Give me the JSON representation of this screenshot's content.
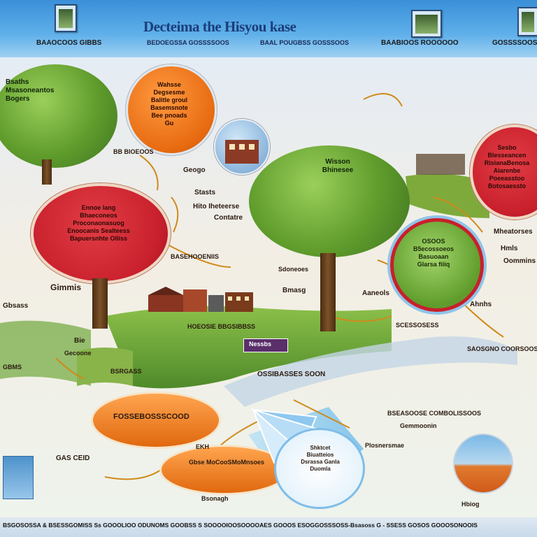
{
  "header": {
    "title": "Decteima the Hisyou kase",
    "left_label": "BAAOCOOS GIBBS",
    "center_label": "BEDOEGSSA GOSSSSOOS",
    "center_label2": "BAAL POUGBSS GOSSSOOS",
    "right_label1": "BAABIOOS ROOOOOO",
    "right_label2": "GOSSSSOOS"
  },
  "left_tree": {
    "title": "Bsaths\nMsasoneantos\nBogers"
  },
  "orange_top_circle": {
    "text": "Wahsse\nDegsesme\nBalitle groul\nBasemsnote\nBee pnoads\nGu"
  },
  "red_left_circle": {
    "text": "Ennoe lang\nBhaeconeos\nProconaonasuog\nEnoocanis Sealteess\nBapuersnhte Olliss"
  },
  "red_right_circle": {
    "text": "Sesbo\nBlesseancen\nRisianaBenosa\nAiarenbe\nPoeeasstoo\nBotosaessto"
  },
  "green_right_circle": {
    "text": "OSOOS\nB5ecossoeos\nBasuoaan\nGlarsa fiiiq"
  },
  "center_tree": {
    "title": "Wisson\nBhinesee"
  },
  "labels": {
    "geogo": "Geogo",
    "stasts": "Stasts",
    "historesse": "Hito Iheteerse",
    "contatre": "Contatre",
    "gimmis": "Gimmis",
    "sa_bioen": "BB BIOEOOS",
    "basehoens": "BASEHOOENIIS",
    "sdoneoes": "Sdoneoes",
    "bmasg": "Bmasg",
    "aaneols": "Aaneols",
    "nessbs": "Nessbs",
    "ossi": "OSSIBASSES SOON",
    "moeorsse": "Mheatorses",
    "hmls": "Hmls",
    "ormmins": "Oommins",
    "ahhhs": "Ahnhs",
    "sccesiss": "SCESSOSESS",
    "hoesie": "HOEOSIE BBGSIBBSS",
    "bie": "Bie",
    "geooone": "Gecoone",
    "gbsass": "Gbsass",
    "gbms": "GBMS",
    "osd": "SAOSGNO COORSOOS",
    "bseasmmeonnaa": "BSEASOOSE COMBOLISSOOS",
    "gemmmin": "Gemmoonin",
    "bsrgasss": "BSRGASS",
    "gas_ceid": "GAS CEID",
    "fossbosesc": "FOSSEBOSSSCOOD",
    "shakes": "Shktcet\nBiuatteios\nDsrassa Ganla\nDuomla",
    "ekh": "EKH",
    "ebse": "Gbse MoCooSMoMnsoes",
    "pioneerus": "Plosnersmae",
    "bsonagh": "Bsonagh",
    "hbiog": "Hbiog"
  },
  "footer": {
    "text": "BSGOSOSSA & BSESSGOMISS Ss GOOOLIOO ODUNOMS GOOBSS S SOOOOIOOSOOOOAES GOOOS ESOGGOSSSOSS-Bsasoss G - SSESS GOSOS GOOOSONOOIS"
  },
  "colors": {
    "header_blue": "#3a8fd8",
    "orange": "#e76a10",
    "red": "#c8202c",
    "green": "#5f9c2c",
    "arrow": "#d08a1a"
  }
}
